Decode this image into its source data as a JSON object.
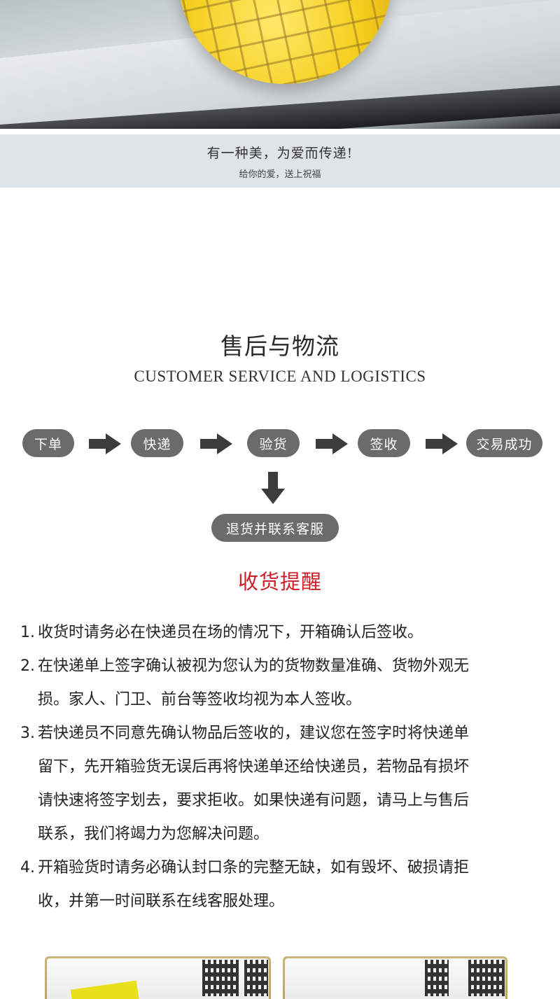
{
  "caption": {
    "line1": "有一种美，为爱而传递!",
    "line2": "给你的爱，送上祝福"
  },
  "section": {
    "title": "售后与物流",
    "subtitle": "CUSTOMER SERVICE AND LOGISTICS"
  },
  "flow": {
    "steps": [
      "下单",
      "快递",
      "验货",
      "签收",
      "交易成功"
    ],
    "return_step": "退货并联系客服"
  },
  "reminder": {
    "title": "收货提醒",
    "items": [
      {
        "num": "1.",
        "lines": [
          "收货时请务必在快递员在场的情况下，开箱确认后签收。"
        ]
      },
      {
        "num": "2.",
        "lines": [
          "在快递单上签字确认被视为您认为的货物数量准确、货物外观无",
          "损。家人、门卫、前台等签收均视为本人签收。"
        ]
      },
      {
        "num": "3.",
        "lines": [
          "若快递员不同意先确认物品后签收的，建议您在签字时将快递单",
          "留下，先开箱验货无误后再将快递单还给快递员，若物品有损坏",
          "请快速将签字划去，要求拒收。如果快递有问题，请马上与售后",
          "联系，我们将竭力为您解决问题。"
        ]
      },
      {
        "num": "4.",
        "lines": [
          "开箱验货时请务必确认封口条的完整无缺，如有毁坏、破损请拒",
          "收，并第一时间联系在线客服处理。"
        ]
      }
    ]
  },
  "colors": {
    "pill": "#6b6b6b",
    "arrow": "#3c3c3c",
    "reminder_title": "#cc1f26",
    "caption_band": "#dfe4e7"
  }
}
